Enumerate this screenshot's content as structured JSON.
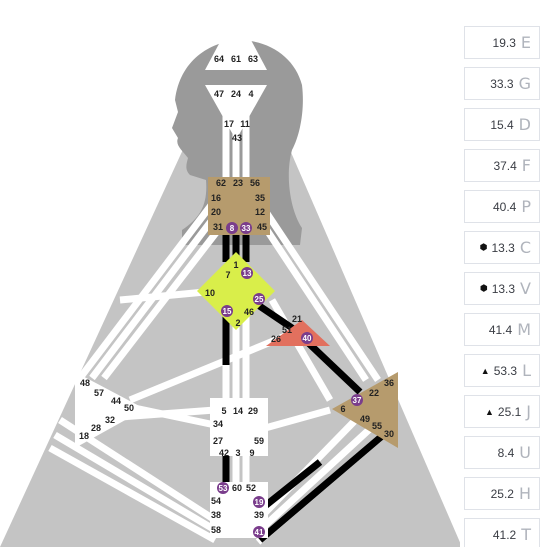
{
  "bodygraph": {
    "centers": {
      "head": [
        "64",
        "61",
        "63"
      ],
      "ajna": [
        "47",
        "24",
        "4"
      ],
      "throat_top": [
        "17",
        "11",
        "43"
      ],
      "g": [
        "1",
        "7",
        "13",
        "10",
        "25",
        "15",
        "46",
        "2"
      ],
      "heart": [
        "21",
        "51",
        "26",
        "40"
      ],
      "spleen": [
        "48",
        "57",
        "44",
        "50",
        "32",
        "28",
        "18"
      ],
      "sacral": [
        "5",
        "14",
        "29",
        "34",
        "27",
        "59",
        "42",
        "3",
        "9"
      ],
      "solar": [
        "36",
        "22",
        "37",
        "6",
        "49",
        "55",
        "30"
      ],
      "root": [
        "53",
        "60",
        "52",
        "54",
        "19",
        "38",
        "39",
        "58",
        "41"
      ]
    },
    "throat": {
      "row1": [
        "62",
        "23",
        "56"
      ],
      "row2": [
        "16",
        "35"
      ],
      "row3": [
        "20",
        "12"
      ],
      "row4": [
        "31",
        "8",
        "33",
        "45"
      ]
    },
    "highlighted_gates": [
      "8",
      "33",
      "13",
      "25",
      "15",
      "40",
      "37",
      "53",
      "19",
      "41"
    ],
    "colors": {
      "silhouette": "#9a9a9a",
      "background_triangle": "#c4c4c4",
      "channel_white": "#ffffff",
      "activation_black": "#000000",
      "throat_defined": "#b69b6d",
      "g_defined": "#d9ee4a",
      "heart_defined": "#e2705e",
      "solar_defined": "#b69b6d",
      "gate_circle": "#7a3d8c"
    }
  },
  "variables": [
    {
      "num": "19.3",
      "letter": "E",
      "sym": ""
    },
    {
      "num": "33.3",
      "letter": "G",
      "sym": ""
    },
    {
      "num": "15.4",
      "letter": "D",
      "sym": ""
    },
    {
      "num": "37.4",
      "letter": "F",
      "sym": ""
    },
    {
      "num": "40.4",
      "letter": "P",
      "sym": ""
    },
    {
      "num": "13.3",
      "letter": "C",
      "sym": "⬢"
    },
    {
      "num": "13.3",
      "letter": "V",
      "sym": "⬢"
    },
    {
      "num": "41.4",
      "letter": "M",
      "sym": ""
    },
    {
      "num": "53.3",
      "letter": "L",
      "sym": "▲"
    },
    {
      "num": "25.1",
      "letter": "J",
      "sym": "▲"
    },
    {
      "num": "8.4",
      "letter": "U",
      "sym": ""
    },
    {
      "num": "25.2",
      "letter": "H",
      "sym": ""
    },
    {
      "num": "41.2",
      "letter": "T",
      "sym": ""
    }
  ]
}
